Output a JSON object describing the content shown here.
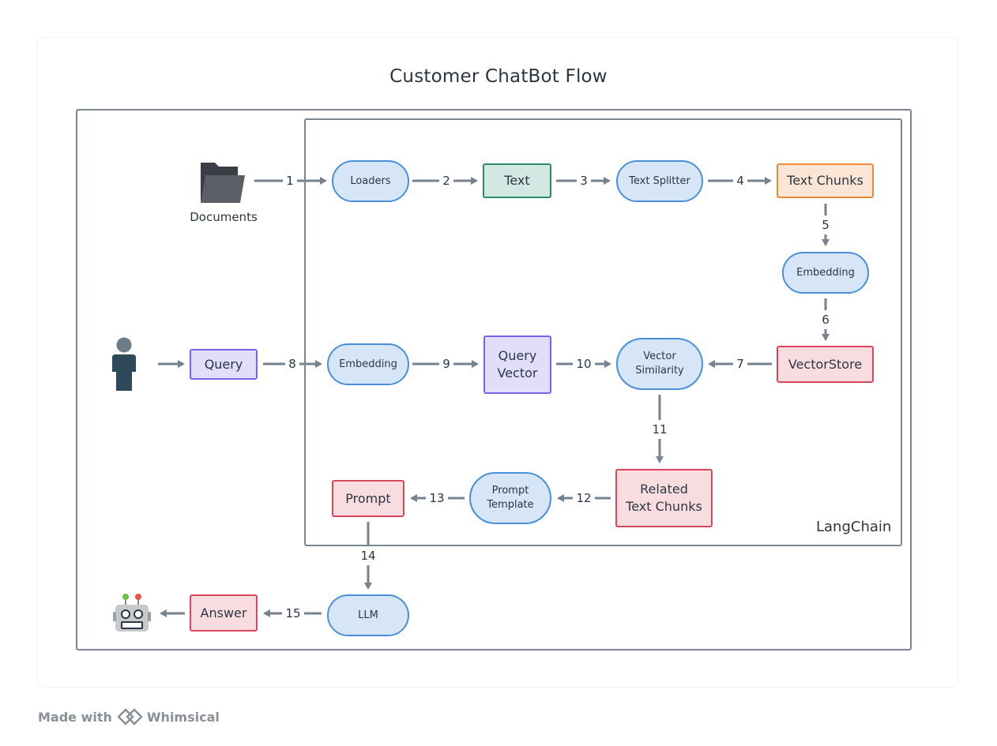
{
  "title": "Customer ChatBot Flow",
  "frame_label": "LangChain",
  "documents_label": "Documents",
  "nodes": {
    "loaders": "Loaders",
    "text": "Text",
    "text_splitter": "Text Splitter",
    "text_chunks": "Text Chunks",
    "embedding_top": "Embedding",
    "vectorstore": "VectorStore",
    "query": "Query",
    "embedding_mid": "Embedding",
    "query_vector": "Query\nVector",
    "vector_similarity": "Vector\nSimilarity",
    "related_chunks": "Related\nText Chunks",
    "prompt_template": "Prompt\nTemplate",
    "prompt": "Prompt",
    "llm": "LLM",
    "answer": "Answer"
  },
  "edges": [
    "1",
    "2",
    "3",
    "4",
    "5",
    "6",
    "7",
    "8",
    "9",
    "10",
    "11",
    "12",
    "13",
    "14",
    "15"
  ],
  "icons": {
    "documents": "folder-icon",
    "user": "person-icon",
    "bot": "robot-icon"
  },
  "colors": {
    "pill_fill": "#d6e6f7",
    "pill_border": "#4a90d9",
    "red_fill": "#f8dce0",
    "red_border": "#d9475e",
    "purple_fill": "#e1ddfb",
    "purple_border": "#7a63e8",
    "orange_fill": "#fbe6d5",
    "orange_border": "#ee8a3c",
    "green_fill": "#d3e8e2",
    "green_border": "#2d8a66",
    "arrow": "#76828e"
  },
  "footer": {
    "made_with": "Made with",
    "brand": "Whimsical"
  }
}
